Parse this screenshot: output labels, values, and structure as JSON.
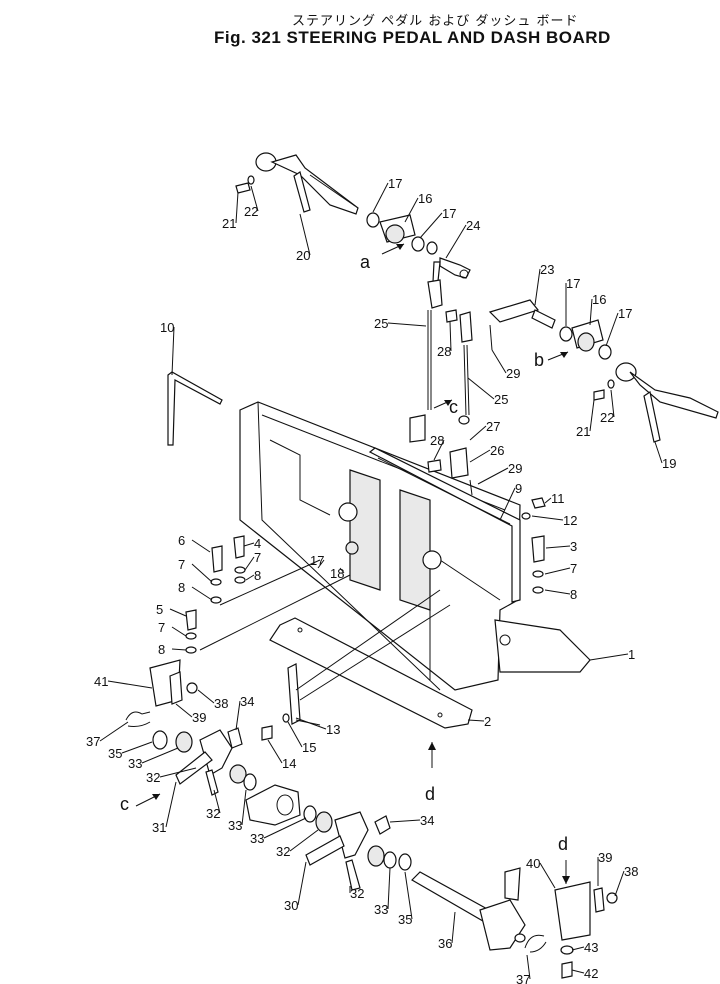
{
  "figure": {
    "title_jp": "ステアリング ペダル および ダッシュ ボード",
    "title_en": "Fig. 321   STEERING PEDAL AND DASH BOARD",
    "callouts": [
      {
        "label": "17"
      },
      {
        "label": "16"
      },
      {
        "label": "17"
      },
      {
        "label": "24"
      },
      {
        "label": "21"
      },
      {
        "label": "22"
      },
      {
        "label": "20"
      },
      {
        "label": "a"
      },
      {
        "label": "25"
      },
      {
        "label": "28"
      },
      {
        "label": "29"
      },
      {
        "label": "23"
      },
      {
        "label": "17"
      },
      {
        "label": "16"
      },
      {
        "label": "17"
      },
      {
        "label": "b"
      },
      {
        "label": "10"
      },
      {
        "label": "c"
      },
      {
        "label": "25"
      },
      {
        "label": "21"
      },
      {
        "label": "22"
      },
      {
        "label": "19"
      },
      {
        "label": "27"
      },
      {
        "label": "28"
      },
      {
        "label": "26"
      },
      {
        "label": "29"
      },
      {
        "label": "9"
      },
      {
        "label": "11"
      },
      {
        "label": "12"
      },
      {
        "label": "6"
      },
      {
        "label": "4"
      },
      {
        "label": "7"
      },
      {
        "label": "8"
      },
      {
        "label": "7"
      },
      {
        "label": "8"
      },
      {
        "label": "17"
      },
      {
        "label": "18"
      },
      {
        "label": "3"
      },
      {
        "label": "7"
      },
      {
        "label": "8"
      },
      {
        "label": "5"
      },
      {
        "label": "7"
      },
      {
        "label": "8"
      },
      {
        "label": "1"
      },
      {
        "label": "41"
      },
      {
        "label": "38"
      },
      {
        "label": "39"
      },
      {
        "label": "34"
      },
      {
        "label": "13"
      },
      {
        "label": "37"
      },
      {
        "label": "35"
      },
      {
        "label": "33"
      },
      {
        "label": "32"
      },
      {
        "label": "14"
      },
      {
        "label": "15"
      },
      {
        "label": "2"
      },
      {
        "label": "d"
      },
      {
        "label": "c"
      },
      {
        "label": "31"
      },
      {
        "label": "32"
      },
      {
        "label": "33"
      },
      {
        "label": "33"
      },
      {
        "label": "32"
      },
      {
        "label": "34"
      },
      {
        "label": "d"
      },
      {
        "label": "40"
      },
      {
        "label": "39"
      },
      {
        "label": "38"
      },
      {
        "label": "30"
      },
      {
        "label": "32"
      },
      {
        "label": "33"
      },
      {
        "label": "35"
      },
      {
        "label": "36"
      },
      {
        "label": "43"
      },
      {
        "label": "37"
      },
      {
        "label": "42"
      }
    ]
  }
}
